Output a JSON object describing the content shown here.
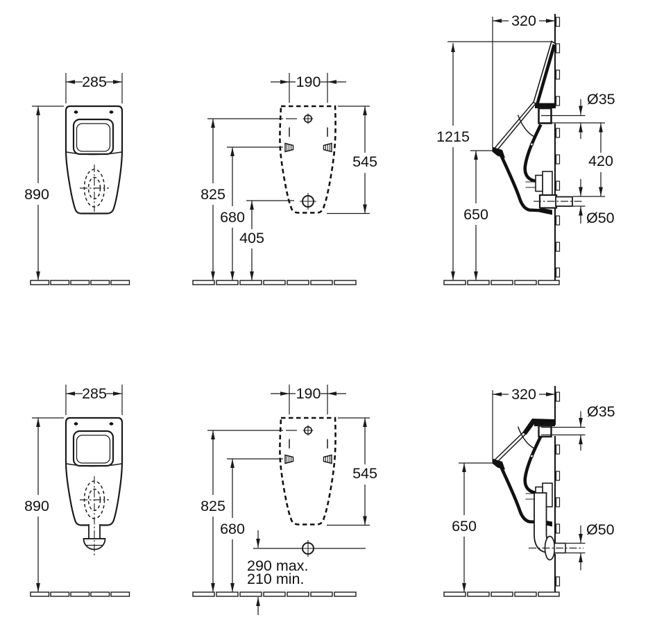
{
  "page": {
    "background": "#ffffff",
    "line_color": "#1a1a1a"
  },
  "views": {
    "front_top": {
      "width": "285",
      "height": "890"
    },
    "template_top": {
      "width": "190",
      "outline_height": "545",
      "inlet_height": "825",
      "fixing_height": "680",
      "outlet_height": "405"
    },
    "side_top": {
      "depth": "320",
      "total_height": "1215",
      "rim_height": "650",
      "inlet_diameter": "Ø35",
      "inlet_outlet_distance": "420",
      "outlet_diameter": "Ø50"
    },
    "front_bottom": {
      "width": "285",
      "height": "890"
    },
    "template_bottom": {
      "width": "190",
      "outline_height": "545",
      "inlet_height": "825",
      "fixing_height": "680",
      "outlet_height_max": "290 max.",
      "outlet_height_min": "210 min."
    },
    "side_bottom": {
      "depth": "320",
      "rim_height": "650",
      "inlet_diameter": "Ø35",
      "outlet_diameter": "Ø50"
    }
  }
}
